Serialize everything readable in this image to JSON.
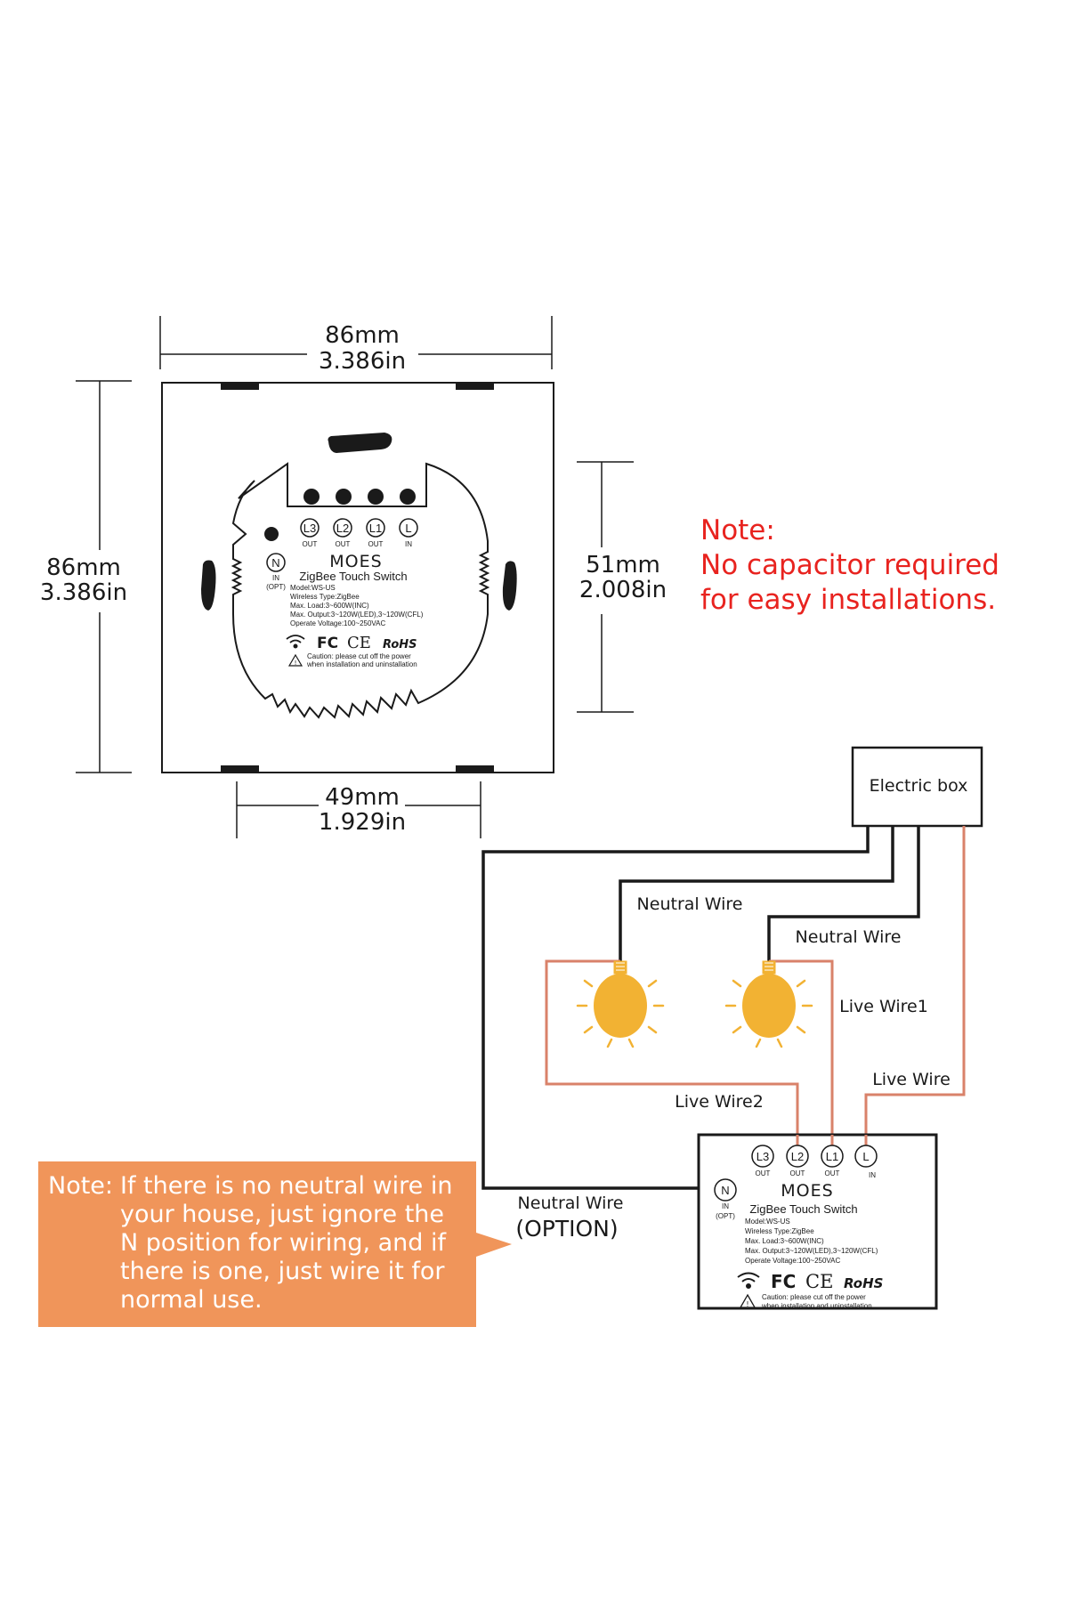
{
  "dimensions": {
    "width_mm": "86mm",
    "width_in": "3.386in",
    "height_mm": "86mm",
    "height_in": "3.386in",
    "inner_height_mm": "51mm",
    "inner_height_in": "2.008in",
    "screw_mm": "49mm",
    "screw_in": "1.929in"
  },
  "note_red": {
    "title": "Note:",
    "line1": "No capacitor required",
    "line2": "for easy installations."
  },
  "module": {
    "terminals": [
      "L3",
      "L2",
      "L1",
      "L"
    ],
    "terminal_subs": [
      "OUT",
      "OUT",
      "OUT",
      "IN"
    ],
    "neutral_terminal": "N",
    "neutral_sub1": "IN",
    "neutral_sub2": "(OPT)",
    "brand": "MOES",
    "product": "ZigBee Touch Switch",
    "specs": [
      "Model:WS-US",
      "Wireless Type:ZigBee",
      "Max. Load:3~600W(INC)",
      "Max. Output:3~120W(LED),3~120W(CFL)",
      "Operate Voltage:100~250VAC"
    ],
    "cert_fc": "FC",
    "cert_ce": "CE",
    "cert_rohs": "RoHS",
    "caution1": "Caution: please cut off the power",
    "caution2": "when installation and uninstallation"
  },
  "wiring": {
    "electric_box": "Electric box",
    "neutral_wire_1": "Neutral Wire",
    "neutral_wire_2": "Neutral Wire",
    "live_wire1": "Live Wire1",
    "live_wire": "Live Wire",
    "live_wire2": "Live Wire2",
    "neutral_option_1": "Neutral Wire",
    "neutral_option_2": "(OPTION)"
  },
  "note_box": {
    "label": "Note:",
    "lines": [
      "If there is no neutral wire in",
      "your house, just ignore the",
      "N position for wiring, and if",
      "there is one, just wire it for",
      "normal use."
    ]
  },
  "colors": {
    "ink": "#1a1a1a",
    "note_red": "#e8231f",
    "live_wire": "#d9826a",
    "bulb": "#f2b233",
    "note_box": "#f0955a"
  }
}
